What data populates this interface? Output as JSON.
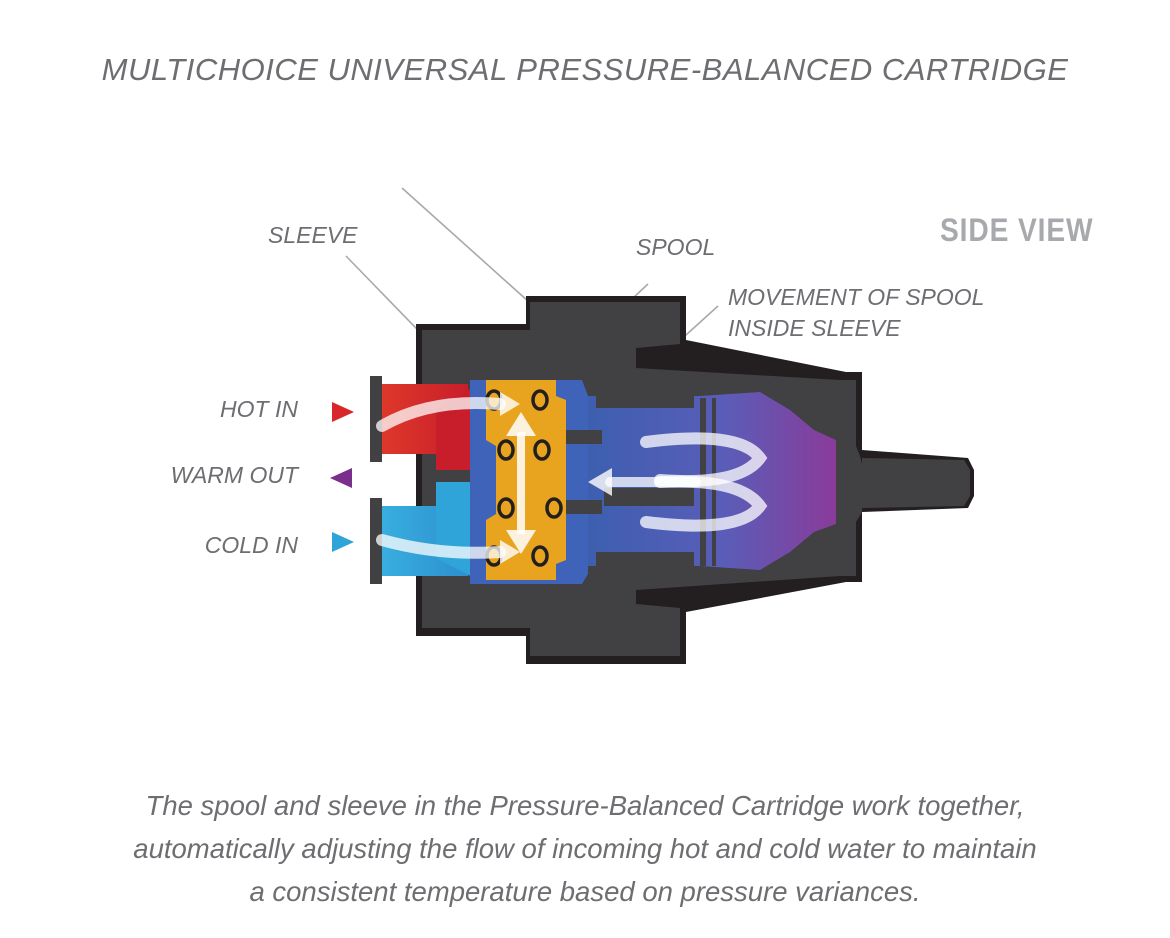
{
  "title": "MULTICHOICE UNIVERSAL PRESSURE-BALANCED CARTRIDGE",
  "view_label": "SIDE VIEW",
  "labels": {
    "sleeve": "SLEEVE",
    "spool": "SPOOL",
    "movement_line1": "MOVEMENT OF SPOOL",
    "movement_line2": "INSIDE SLEEVE",
    "hot_in": "HOT IN",
    "warm_out": "WARM OUT",
    "cold_in": "COLD IN"
  },
  "caption": {
    "line1": "The spool and sleeve in the Pressure-Balanced Cartridge work together,",
    "line2": "automatically adjusting the flow of incoming hot and cold water to maintain",
    "line3": "a consistent temperature based on pressure variances."
  },
  "colors": {
    "hot": "#d8262b",
    "cold": "#2fa4d8",
    "warm": "#7b2f8c",
    "spool": "#e8a41e",
    "body": "#414042",
    "body_dark": "#231f20",
    "text": "#6d6e71"
  }
}
